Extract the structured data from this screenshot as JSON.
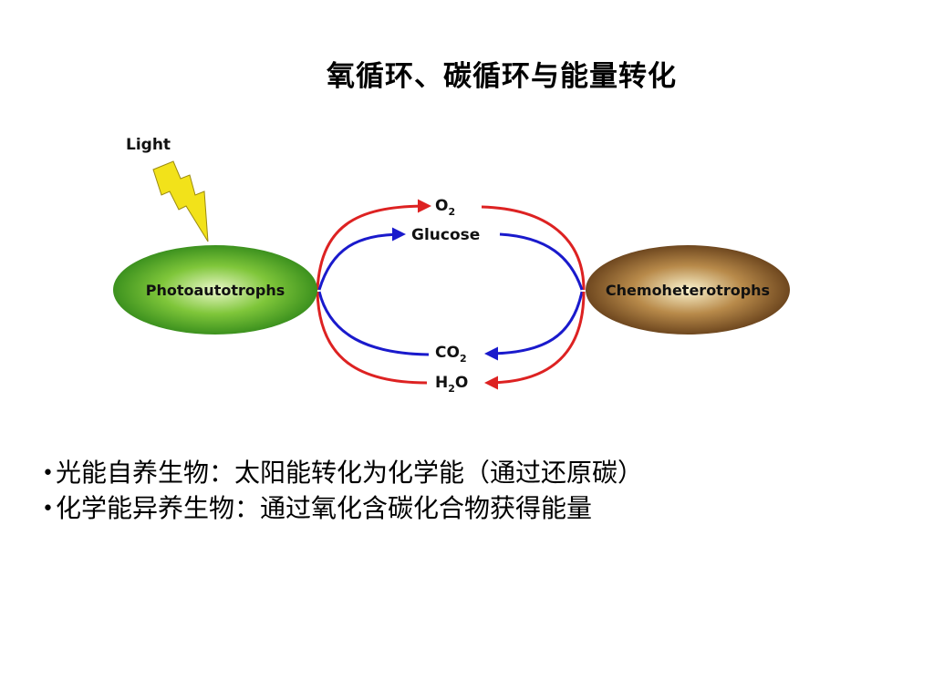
{
  "slide": {
    "title": "氧循环、碳循环与能量转化"
  },
  "diagram": {
    "light_label": "Light",
    "left_node": "Photoautotrophs",
    "right_node": "Chemoheterotrophs",
    "top_labels": {
      "o2": "O",
      "o2_sub": "2",
      "glucose": "Glucose"
    },
    "bottom_labels": {
      "co2": "CO",
      "co2_sub": "2",
      "h2o_h": "H",
      "h2o_sub": "2",
      "h2o_o": "O"
    },
    "colors": {
      "oxygen_water_arrow": "#dd2222",
      "carbon_arrow": "#1a1acc",
      "photo_node": "#2f9a1f",
      "chemo_node": "#6b3d16",
      "lightning": "#f2e21a"
    }
  },
  "bullets": [
    {
      "marker": "•",
      "text": "光能自养生物：太阳能转化为化学能（通过还原碳）"
    },
    {
      "marker": "•",
      "text": "化学能异养生物：通过氧化含碳化合物获得能量"
    }
  ]
}
